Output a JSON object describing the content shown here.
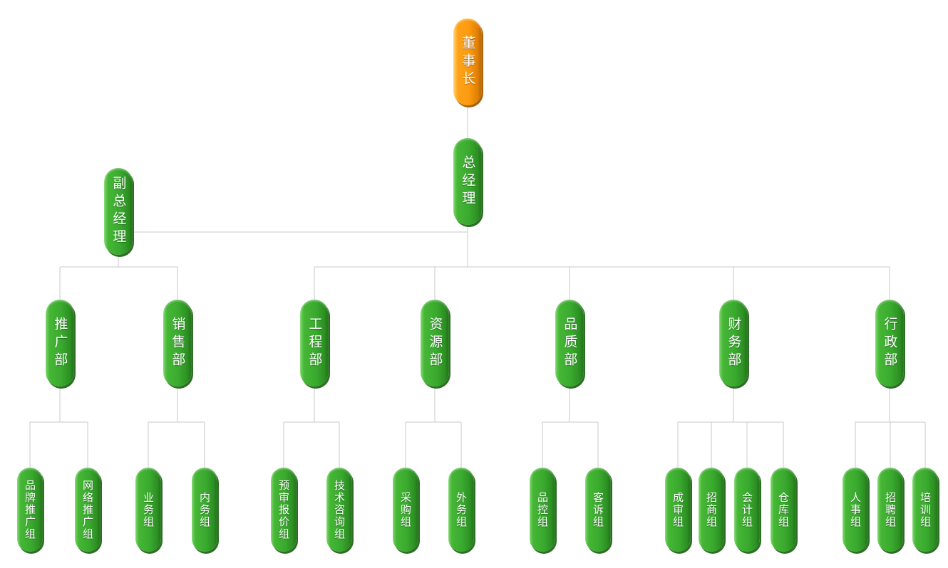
{
  "colors": {
    "root": "#fb9a0e",
    "node": "#3aaa2f",
    "connector": "#c8c8c8"
  },
  "nodes": [
    {
      "id": "chairman",
      "label": "董事长",
      "color": "orange"
    },
    {
      "id": "gm",
      "label": "总经理",
      "color": "green"
    },
    {
      "id": "deputy-gm",
      "label": "副总经理",
      "color": "green"
    },
    {
      "id": "promotion",
      "label": "推广部",
      "color": "green"
    },
    {
      "id": "sales",
      "label": "销售部",
      "color": "green"
    },
    {
      "id": "engineering",
      "label": "工程部",
      "color": "green"
    },
    {
      "id": "resources",
      "label": "资源部",
      "color": "green"
    },
    {
      "id": "quality",
      "label": "品质部",
      "color": "green"
    },
    {
      "id": "finance",
      "label": "财务部",
      "color": "green"
    },
    {
      "id": "admin",
      "label": "行政部",
      "color": "green"
    },
    {
      "id": "brand-promo",
      "label": "品牌推广组",
      "color": "green"
    },
    {
      "id": "web-promo",
      "label": "网络推广组",
      "color": "green"
    },
    {
      "id": "business",
      "label": "业务组",
      "color": "green"
    },
    {
      "id": "internal",
      "label": "内务组",
      "color": "green"
    },
    {
      "id": "quote-review",
      "label": "预审报价组",
      "color": "green"
    },
    {
      "id": "tech-consult",
      "label": "技术咨询组",
      "color": "green"
    },
    {
      "id": "purchasing",
      "label": "采购组",
      "color": "green"
    },
    {
      "id": "external",
      "label": "外务组",
      "color": "green"
    },
    {
      "id": "quality-control",
      "label": "品控组",
      "color": "green"
    },
    {
      "id": "complaints",
      "label": "客诉组",
      "color": "green"
    },
    {
      "id": "cost-review",
      "label": "成审组",
      "color": "green"
    },
    {
      "id": "investment",
      "label": "招商组",
      "color": "green"
    },
    {
      "id": "accounting",
      "label": "会计组",
      "color": "green"
    },
    {
      "id": "warehouse",
      "label": "仓库组",
      "color": "green"
    },
    {
      "id": "hr",
      "label": "人事组",
      "color": "green"
    },
    {
      "id": "recruiting",
      "label": "招聘组",
      "color": "green"
    },
    {
      "id": "training",
      "label": "培训组",
      "color": "green"
    }
  ],
  "edges": [
    [
      "chairman",
      "gm"
    ],
    [
      "gm",
      "deputy-gm"
    ],
    [
      "gm",
      "engineering"
    ],
    [
      "gm",
      "resources"
    ],
    [
      "gm",
      "quality"
    ],
    [
      "gm",
      "finance"
    ],
    [
      "gm",
      "admin"
    ],
    [
      "deputy-gm",
      "promotion"
    ],
    [
      "deputy-gm",
      "sales"
    ],
    [
      "promotion",
      "brand-promo"
    ],
    [
      "promotion",
      "web-promo"
    ],
    [
      "sales",
      "business"
    ],
    [
      "sales",
      "internal"
    ],
    [
      "engineering",
      "quote-review"
    ],
    [
      "engineering",
      "tech-consult"
    ],
    [
      "resources",
      "purchasing"
    ],
    [
      "resources",
      "external"
    ],
    [
      "quality",
      "quality-control"
    ],
    [
      "quality",
      "complaints"
    ],
    [
      "finance",
      "cost-review"
    ],
    [
      "finance",
      "investment"
    ],
    [
      "finance",
      "accounting"
    ],
    [
      "finance",
      "warehouse"
    ],
    [
      "admin",
      "hr"
    ],
    [
      "admin",
      "recruiting"
    ],
    [
      "admin",
      "training"
    ]
  ]
}
